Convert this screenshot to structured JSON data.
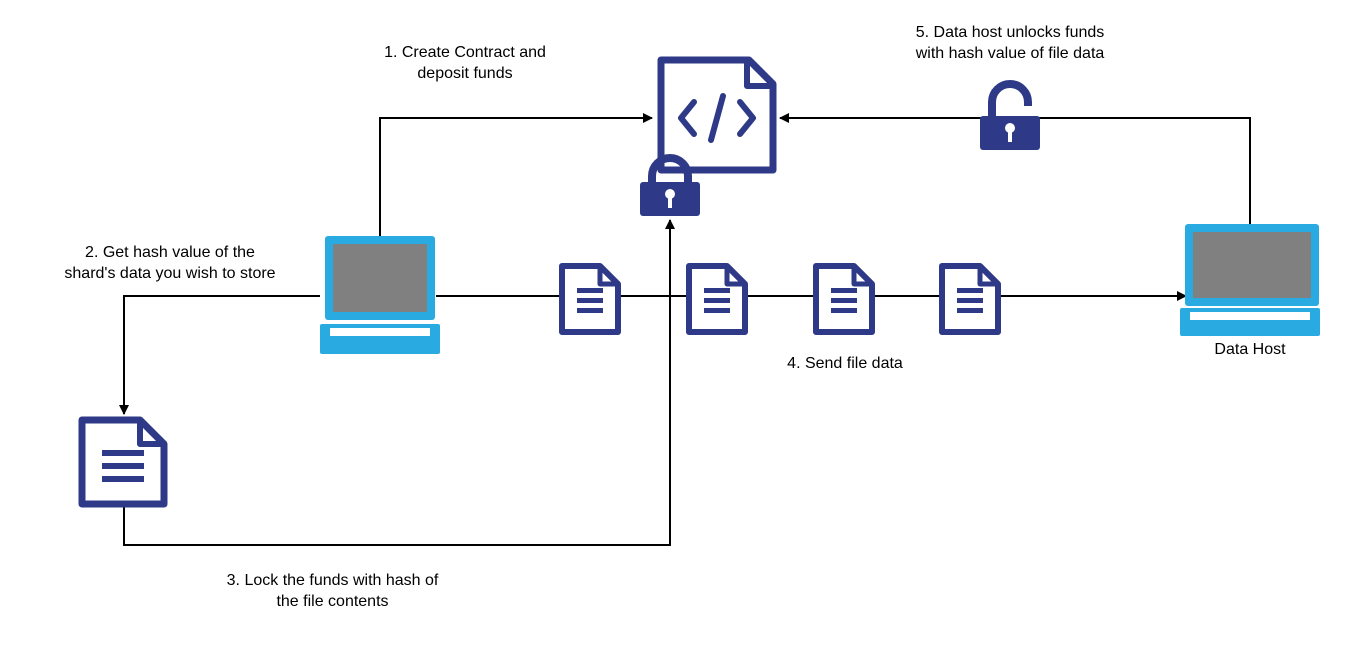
{
  "labels": {
    "step1": [
      "1. Create Contract and",
      "deposit funds"
    ],
    "step2": [
      "2. Get hash value of the",
      "shard's data you wish to store"
    ],
    "step3": [
      "3. Lock the funds with hash of",
      "the file contents"
    ],
    "step4": "4. Send file data",
    "step5": [
      "5. Data host unlocks funds",
      "with hash value of file data"
    ],
    "data_host": "Data Host"
  },
  "colors": {
    "navy": "#2e3a87",
    "laptop_blue": "#29abe2",
    "screen_gray": "#808080",
    "line": "#000000"
  },
  "icons": {
    "contract": "code-document-icon",
    "locked": "padlock-closed-icon",
    "unlocked": "padlock-open-icon",
    "file": "file-document-icon",
    "laptop": "laptop-icon"
  }
}
